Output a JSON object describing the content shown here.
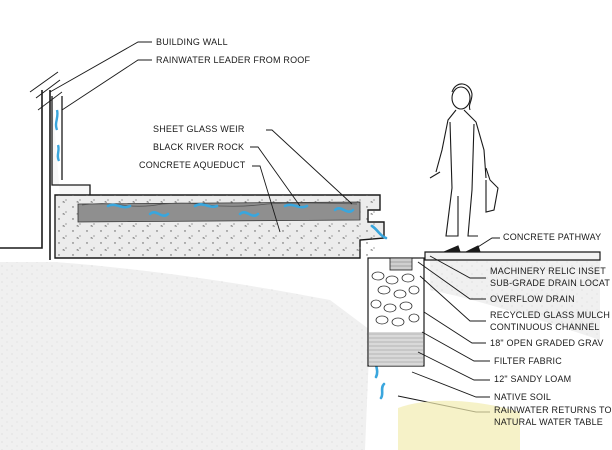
{
  "labels": {
    "building_wall": "BUILDING WALL",
    "rainwater_leader": "RAINWATER LEADER FROM ROOF",
    "sheet_glass_weir": "SHEET GLASS WEIR",
    "black_river_rock": "BLACK RIVER ROCK",
    "concrete_aqueduct": "CONCRETE AQUEDUCT",
    "concrete_pathway": "CONCRETE PATHWAY",
    "machinery_relic_line1": "MACHINERY RELIC INSET",
    "machinery_relic_line2": "SUB-GRADE DRAIN LOCAT",
    "overflow_drain": "OVERFLOW DRAIN",
    "recycled_glass_line1": "RECYCLED GLASS MULCH",
    "recycled_glass_line2": "CONTINUOUS CHANNEL",
    "open_graded_gravel": "18\" OPEN GRADED GRAV",
    "filter_fabric": "FILTER FABRIC",
    "sandy_loam": "12\" SANDY LOAM",
    "native_soil": "NATIVE SOIL",
    "rainwater_returns_line1": "RAINWATER RETURNS TO",
    "rainwater_returns_line2": "NATURAL WATER TABLE"
  },
  "colors": {
    "ink": "#1a1a1a",
    "water": "#3aa6dd",
    "concrete": "#ececec",
    "rock": "#8f8f8f",
    "soil": "#d9d9d9",
    "watermark": "#f2ecb0"
  }
}
